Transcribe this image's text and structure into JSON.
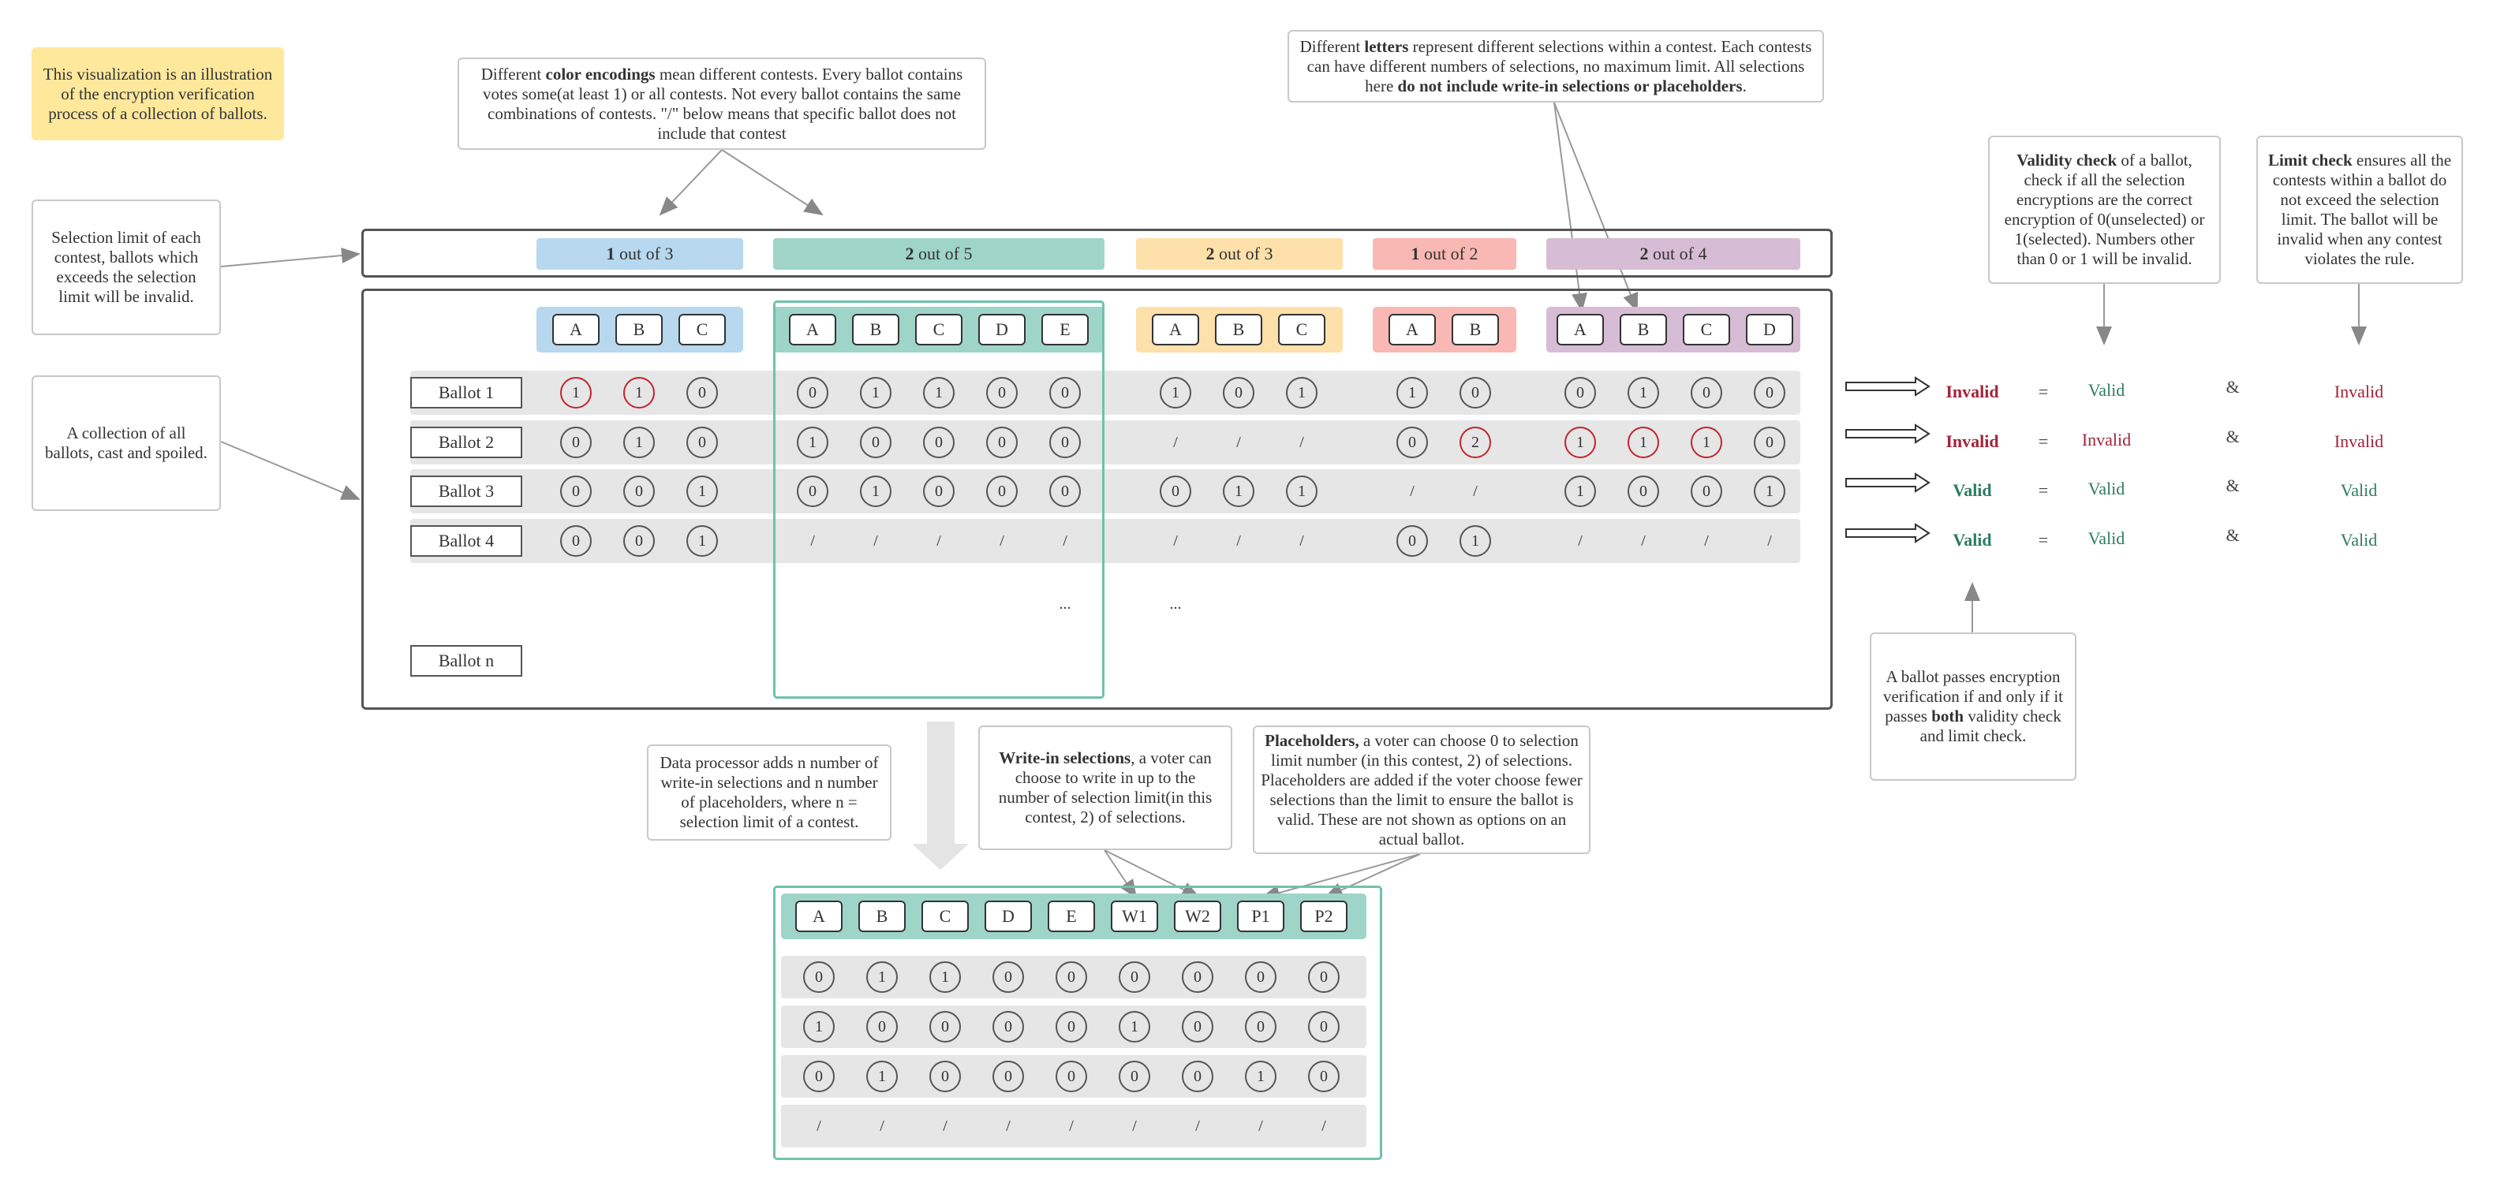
{
  "notes": {
    "intro": "This visualization is an illustration of the encryption verification process of a collection of ballots.",
    "selection_limit": "Selection limit of each contest, ballots which exceeds the selection limit will be invalid.",
    "collection": "A collection of all ballots, cast and spoiled.",
    "color_pre": "Different ",
    "color_bold": "color encodings",
    "color_post": " mean different contests. Every ballot contains votes some(at least 1) or all contests. Not every ballot contains the same combinations of contests.  \"/\" below means that specific ballot does not include that contest",
    "letters_pre": "Different ",
    "letters_bold": "letters",
    "letters_mid": " represent different selections within a contest. Each contests can have different numbers of selections, no maximum limit. All selections here ",
    "letters_bold2": "do not include write-in selections or placeholders",
    "letters_post": ".",
    "validity_bold": "Validity check",
    "validity_text": " of a ballot, check if all the selection encryptions are the correct encryption of 0(unselected) or 1(selected). Numbers other than 0 or 1 will be invalid.",
    "limit_bold": "Limit check",
    "limit_text": " ensures all the contests within a ballot  do not exceed the selection limit. The ballot will be invalid when any contest violates the rule.",
    "passes_pre": "A ballot passes encryption verification if and only if it passes ",
    "passes_bold": "both",
    "passes_post": " validity check and limit check.",
    "processor": "Data processor adds n number of write-in selections and n number of placeholders, where n = selection limit of a contest.",
    "writein_bold": "Write-in selections",
    "writein_text": ", a voter can choose to write in up to the number of selection limit(in this contest, 2) of selections.",
    "placeholder_bold": "Placeholders,",
    "placeholder_text": " a voter can choose 0 to selection limit number (in this contest, 2) of selections. Placeholders are added if the voter choose fewer selections than the limit to ensure the ballot is valid. These are not shown as options on an actual ballot."
  },
  "contests": [
    {
      "limit_num": "1",
      "limit_text": " out of 3",
      "color": "#b7d8ef",
      "letters": [
        "A",
        "B",
        "C"
      ]
    },
    {
      "limit_num": "2",
      "limit_text": " out of 5",
      "color": "#9fd4c9",
      "letters": [
        "A",
        "B",
        "C",
        "D",
        "E"
      ]
    },
    {
      "limit_num": "2",
      "limit_text": " out of 3",
      "color": "#fde0aa",
      "letters": [
        "A",
        "B",
        "C"
      ]
    },
    {
      "limit_num": "1",
      "limit_text": " out of 2",
      "color": "#f9b8b3",
      "letters": [
        "A",
        "B"
      ]
    },
    {
      "limit_num": "2",
      "limit_text": " out of 4",
      "color": "#d6bdd5",
      "letters": [
        "A",
        "B",
        "C",
        "D"
      ]
    }
  ],
  "ballots": [
    {
      "label": "Ballot 1",
      "cells": [
        [
          "1",
          "1",
          "0"
        ],
        [
          "0",
          "1",
          "1",
          "0",
          "0"
        ],
        [
          "1",
          "0",
          "1"
        ],
        [
          "1",
          "0"
        ],
        [
          "0",
          "1",
          "0",
          "0"
        ]
      ],
      "red": [
        [
          0,
          1
        ],
        [],
        [],
        [],
        []
      ],
      "result": "Invalid",
      "validity": "Valid",
      "limit": "Invalid"
    },
    {
      "label": "Ballot 2",
      "cells": [
        [
          "0",
          "1",
          "0"
        ],
        [
          "1",
          "0",
          "0",
          "0",
          "0"
        ],
        [
          "/",
          "/",
          "/"
        ],
        [
          "0",
          "2"
        ],
        [
          "1",
          "1",
          "1",
          "0"
        ]
      ],
      "red": [
        [],
        [],
        [],
        [
          1
        ],
        [
          0,
          1,
          2
        ]
      ],
      "result": "Invalid",
      "validity": "Invalid",
      "limit": "Invalid"
    },
    {
      "label": "Ballot 3",
      "cells": [
        [
          "0",
          "0",
          "1"
        ],
        [
          "0",
          "1",
          "0",
          "0",
          "0"
        ],
        [
          "0",
          "1",
          "1"
        ],
        [
          "/",
          "/"
        ],
        [
          "1",
          "0",
          "0",
          "1"
        ]
      ],
      "red": [
        [],
        [],
        [],
        [],
        []
      ],
      "result": "Valid",
      "validity": "Valid",
      "limit": "Valid"
    },
    {
      "label": "Ballot 4",
      "cells": [
        [
          "0",
          "0",
          "1"
        ],
        [
          "/",
          "/",
          "/",
          "/",
          "/"
        ],
        [
          "/",
          "/",
          "/"
        ],
        [
          "0",
          "1"
        ],
        [
          "/",
          "/",
          "/",
          "/"
        ]
      ],
      "red": [
        [],
        [],
        [],
        [],
        []
      ],
      "result": "Valid",
      "validity": "Valid",
      "limit": "Valid"
    }
  ],
  "ballot_n": "Ballot n",
  "ellipsis": "...",
  "eq": "=",
  "amp": "&",
  "expanded": {
    "letters": [
      "A",
      "B",
      "C",
      "D",
      "E",
      "W1",
      "W2",
      "P1",
      "P2"
    ],
    "rows": [
      [
        "0",
        "1",
        "1",
        "0",
        "0",
        "0",
        "0",
        "0",
        "0"
      ],
      [
        "1",
        "0",
        "0",
        "0",
        "0",
        "1",
        "0",
        "0",
        "0"
      ],
      [
        "0",
        "1",
        "0",
        "0",
        "0",
        "0",
        "0",
        "1",
        "0"
      ],
      [
        "/",
        "/",
        "/",
        "/",
        "/",
        "/",
        "/",
        "/",
        "/"
      ]
    ]
  }
}
